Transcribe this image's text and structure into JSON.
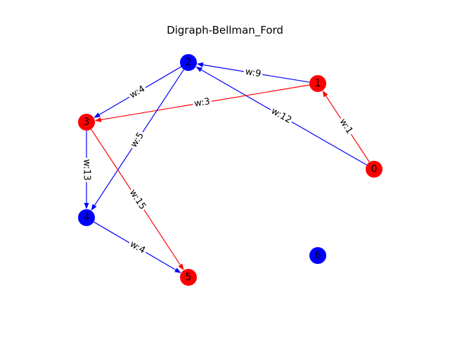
{
  "title": "Digraph-Bellman_Ford",
  "colors": {
    "red": "#ff0000",
    "blue": "#0000ff"
  },
  "nodes": [
    {
      "id": "0",
      "color": "red"
    },
    {
      "id": "1",
      "color": "red"
    },
    {
      "id": "2",
      "color": "blue"
    },
    {
      "id": "3",
      "color": "red"
    },
    {
      "id": "4",
      "color": "blue"
    },
    {
      "id": "5",
      "color": "red"
    },
    {
      "id": "6",
      "color": "blue"
    }
  ],
  "edges": [
    {
      "from": "0",
      "to": "1",
      "label": "w:1",
      "color": "red"
    },
    {
      "from": "0",
      "to": "2",
      "label": "w:12",
      "color": "blue"
    },
    {
      "from": "1",
      "to": "2",
      "label": "w:9",
      "color": "blue"
    },
    {
      "from": "1",
      "to": "3",
      "label": "w:3",
      "color": "red"
    },
    {
      "from": "2",
      "to": "3",
      "label": "w:4",
      "color": "blue"
    },
    {
      "from": "2",
      "to": "4",
      "label": "w:5",
      "color": "blue"
    },
    {
      "from": "3",
      "to": "4",
      "label": "w:13",
      "color": "blue"
    },
    {
      "from": "3",
      "to": "5",
      "label": "w:15",
      "color": "red"
    },
    {
      "from": "4",
      "to": "5",
      "label": "w:4",
      "color": "blue"
    }
  ]
}
